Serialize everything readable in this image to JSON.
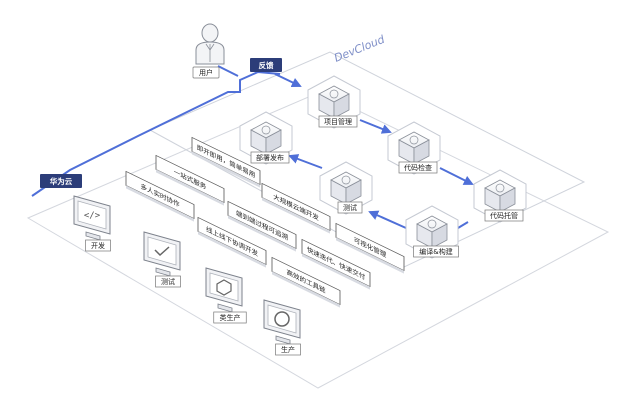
{
  "user": {
    "label": "用户"
  },
  "feedback": {
    "label": "反馈"
  },
  "huawei_cloud": {
    "label": "华为云"
  },
  "devcloud": {
    "label": "DevCloud"
  },
  "pipeline": [
    {
      "id": "project",
      "label": "项目管理"
    },
    {
      "id": "codecheck",
      "label": "代码检查"
    },
    {
      "id": "codehost",
      "label": "代码托管"
    },
    {
      "id": "build",
      "label": "编译&构建"
    },
    {
      "id": "test",
      "label": "测试"
    },
    {
      "id": "deploy",
      "label": "部署发布"
    }
  ],
  "features": [
    "即开即用，简单易用",
    "一站式服务",
    "多人实时协作",
    "大规模云端开发",
    "端到端过程可追溯",
    "线上线下协调开发",
    "可视化管理",
    "快速迭代、快速交付",
    "高效的工具链"
  ],
  "environments": [
    {
      "id": "dev",
      "label": "开发"
    },
    {
      "id": "test",
      "label": "测试"
    },
    {
      "id": "staging",
      "label": "类生产"
    },
    {
      "id": "prod",
      "label": "生产"
    }
  ],
  "colors": {
    "accent": "#4f6fd8",
    "navy": "#2c3d79",
    "line": "#bfc3cc"
  }
}
